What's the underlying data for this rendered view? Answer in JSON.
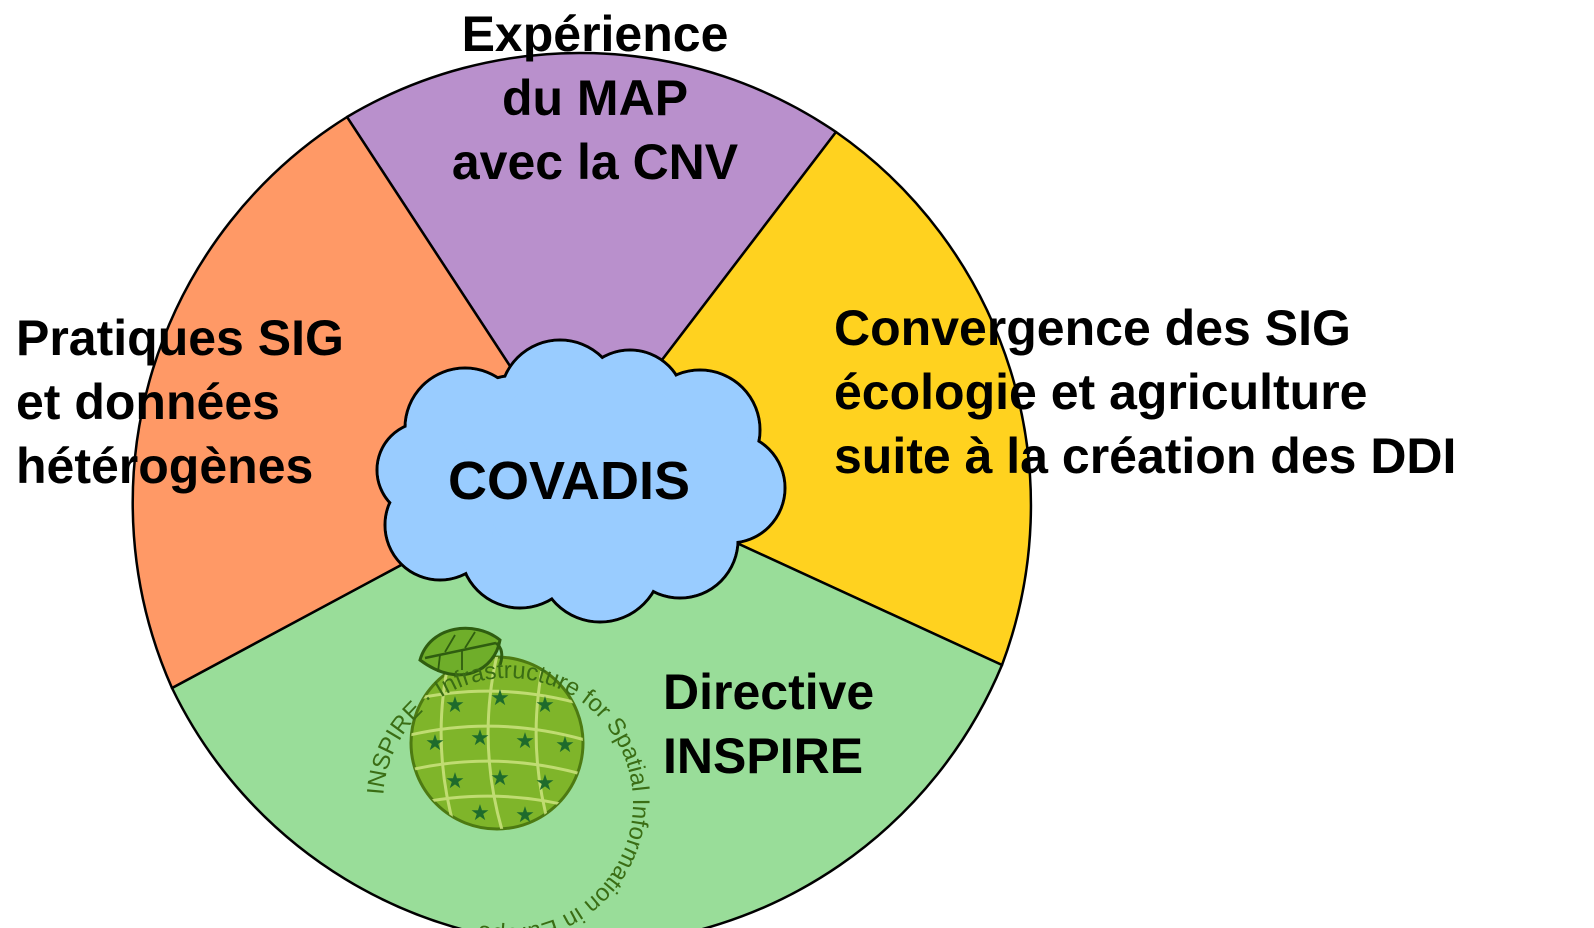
{
  "diagram": {
    "center": {
      "label": "COVADIS",
      "color": "#99ccff"
    },
    "segments": [
      {
        "id": "top",
        "lines": [
          "Expérience",
          "du MAP",
          "avec la CNV"
        ],
        "color": "#b990cc"
      },
      {
        "id": "right",
        "lines": [
          "Convergence des SIG",
          "écologie et agriculture",
          "suite à la création des DDI"
        ],
        "color": "#ffd21f"
      },
      {
        "id": "bottom",
        "lines": [
          "Directive",
          "INSPIRE"
        ],
        "color": "#99dd99"
      },
      {
        "id": "left",
        "lines": [
          "Pratiques SIG",
          "et données",
          "hétérogènes"
        ],
        "color": "#ff9966"
      }
    ],
    "logo": {
      "icon": "inspire-globe-leaf-logo",
      "ring_text": "INSPIRE · Infrastructure for Spatial Information in Europe"
    }
  }
}
